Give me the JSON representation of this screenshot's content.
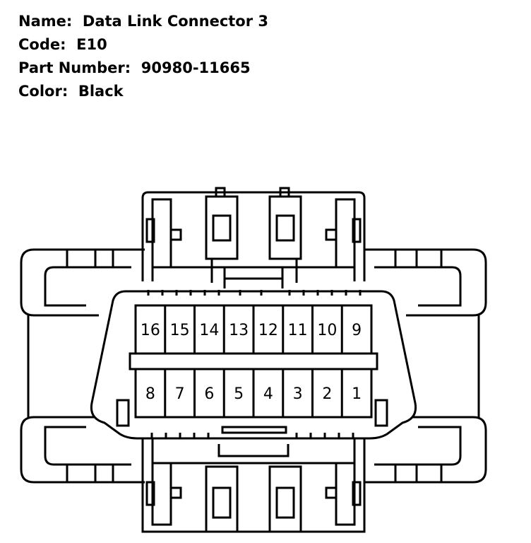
{
  "info": {
    "name_label": "Name:",
    "name_value": "Data Link Connector 3",
    "code_label": "Code:",
    "code_value": "E10",
    "part_label": "Part Number:",
    "part_value": "90980-11665",
    "color_label": "Color:",
    "color_value": "Black"
  },
  "pins": {
    "top_row": [
      "16",
      "15",
      "14",
      "13",
      "12",
      "11",
      "10",
      "9"
    ],
    "bottom_row": [
      "8",
      "7",
      "6",
      "5",
      "4",
      "3",
      "2",
      "1"
    ]
  }
}
